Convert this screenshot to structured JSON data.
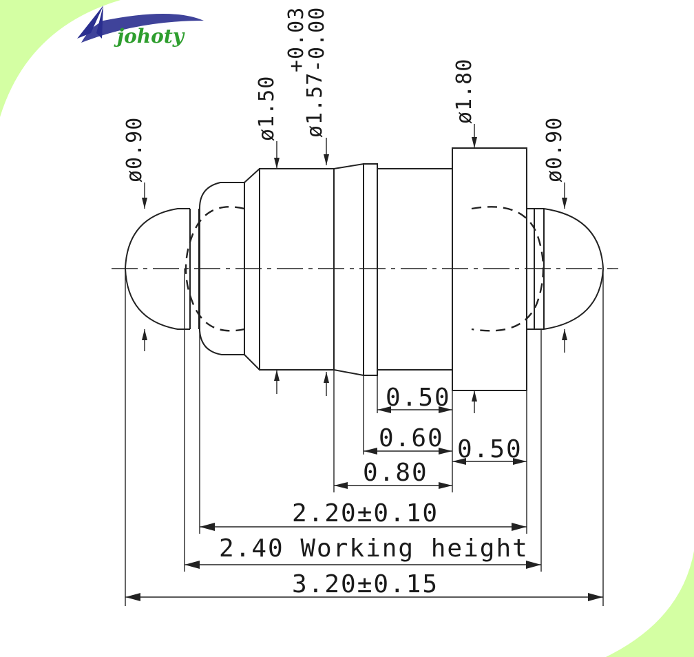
{
  "brand": {
    "name": "johoty",
    "colors": {
      "logo_blue": "#2a2f8f",
      "logo_green": "#2e9e2e",
      "corner_green": "#cfff9a"
    }
  },
  "dimensions": {
    "d_tip_left": "ø0.90",
    "d_body": "ø1.50",
    "d_barrel": "ø1.57",
    "tol_plus": "+0.03",
    "tol_minus": "-0.00",
    "d_flange": "ø1.80",
    "d_tip_right": "ø0.90",
    "len_050_a": "0.50",
    "len_060": "0.60",
    "len_050_b": "0.50",
    "len_080": "0.80",
    "len_220": "2.20±0.10",
    "len_240": "2.40 Working height",
    "len_320": "3.20±0.15"
  }
}
